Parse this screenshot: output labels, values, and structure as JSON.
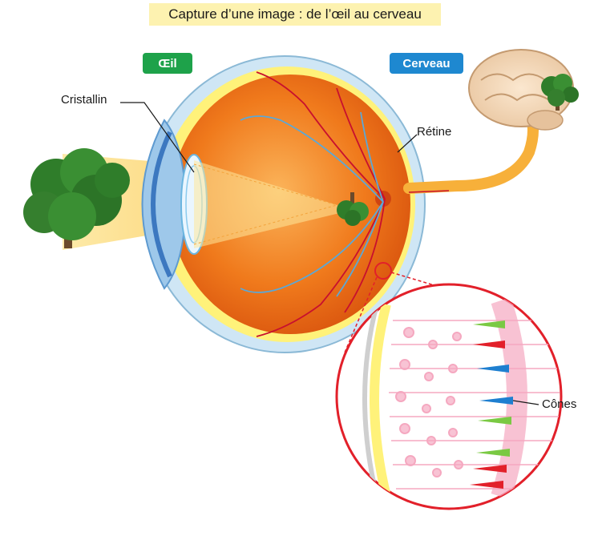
{
  "title": "Capture d’une image : de l’œil au cerveau",
  "badges": {
    "eye": "Œil",
    "brain": "Cerveau"
  },
  "labels": {
    "lens": "Cristallin",
    "retina": "Rétine",
    "cones": "Cônes"
  },
  "colors": {
    "title_bg": "#fdf2b0",
    "eye_badge": "#1ea24a",
    "brain_badge": "#1e88d0",
    "eyeball_orange": "#f07a1c",
    "sclera_blue": "#cfe6f5",
    "retina_yellow": "#fff27a",
    "optic_nerve": "#f7b03a",
    "magnifier_ring": "#e2202a",
    "cell_pink": "#f5a8c0",
    "cone_green": "#7ac943",
    "cone_red": "#e2202a",
    "cone_blue": "#1e7fd0",
    "vessel_red": "#c8102e",
    "vessel_blue": "#5aa8d8"
  }
}
